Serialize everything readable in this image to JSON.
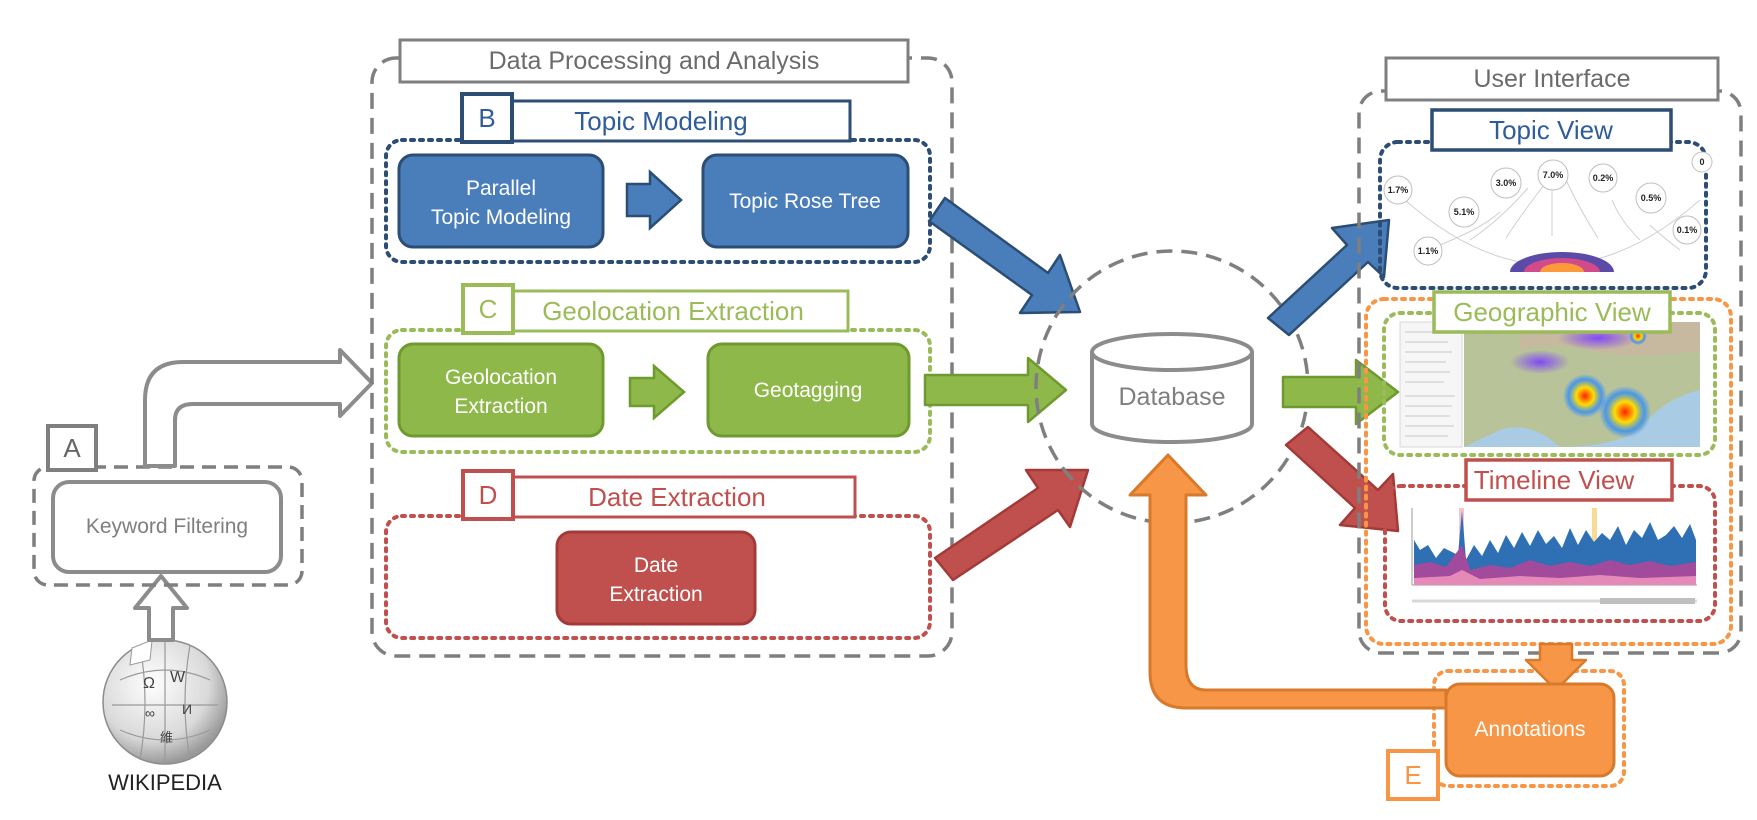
{
  "stage_a": {
    "badge": "A",
    "keyword_filtering": "Keyword Filtering",
    "wikipedia_wordmark": "WIKIPEDIA"
  },
  "processing": {
    "title": "Data Processing and Analysis",
    "topic": {
      "badge": "B",
      "title": "Topic Modeling",
      "box1_line1": "Parallel",
      "box1_line2": "Topic Modeling",
      "box2": "Topic Rose Tree"
    },
    "geo": {
      "badge": "C",
      "title": "Geolocation Extraction",
      "box1_line1": "Geolocation",
      "box1_line2": "Extraction",
      "box2": "Geotagging"
    },
    "date": {
      "badge": "D",
      "title": "Date Extraction",
      "box1_line1": "Date",
      "box1_line2": "Extraction"
    }
  },
  "database": {
    "label": "Database"
  },
  "ui": {
    "title": "User Interface",
    "topic_view": "Topic View",
    "topic_view_percents": [
      "1.7%",
      "3.0%",
      "7.0%",
      "0.2%",
      "0.5%",
      "5.1%",
      "0.1%",
      "1.1%",
      "0"
    ],
    "geographic_view": "Geographic View",
    "timeline_view": "Timeline View"
  },
  "annotations": {
    "badge": "E",
    "label": "Annotations"
  },
  "colors": {
    "blue": "#4a7ebb",
    "blue_dark": "#2c4d74",
    "green": "#8fb84a",
    "green_dark": "#6f9a30",
    "green_text": "#9bbb59",
    "red": "#c0504d",
    "red_dark": "#a33a37",
    "orange": "#f79646",
    "orange_dark": "#d77a2b",
    "gray": "#7f7f7f"
  }
}
